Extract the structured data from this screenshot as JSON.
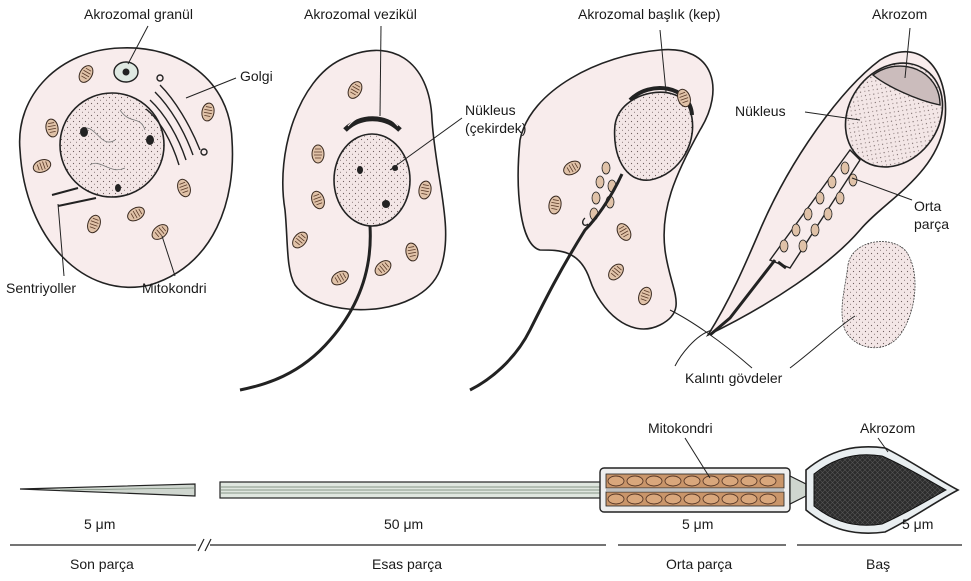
{
  "labels": {
    "akrozomal_granul": "Akrozomal granül",
    "golgi": "Golgi",
    "sentriyoller": "Sentriyoller",
    "mitokondri_top": "Mitokondri",
    "akrozomal_vezikul": "Akrozomal vezikül",
    "nukleus_1": "Nükleus",
    "cekirdek": "(çekirdek)",
    "akrozomal_baslik": "Akrozomal başlık (kep)",
    "akrozom_top": "Akrozom",
    "nukleus_2": "Nükleus",
    "orta": "Orta",
    "parca": "parça",
    "kalinti": "Kalıntı gövdeler",
    "mitokondri_bottom": "Mitokondri",
    "akrozom_bottom": "Akrozom"
  },
  "measurements": {
    "son": "5 μm",
    "esas": "50 μm",
    "orta": "5 μm",
    "bas": "5 μm"
  },
  "segments": {
    "son": "Son parça",
    "esas": "Esas parça",
    "orta": "Orta parça",
    "bas": "Baş"
  },
  "colors": {
    "cell_fill": "#f8ecec",
    "mito_fill": "#e0c2a8",
    "head_fill": "#2a2a2a",
    "midpiece_fill": "#c9956a"
  }
}
